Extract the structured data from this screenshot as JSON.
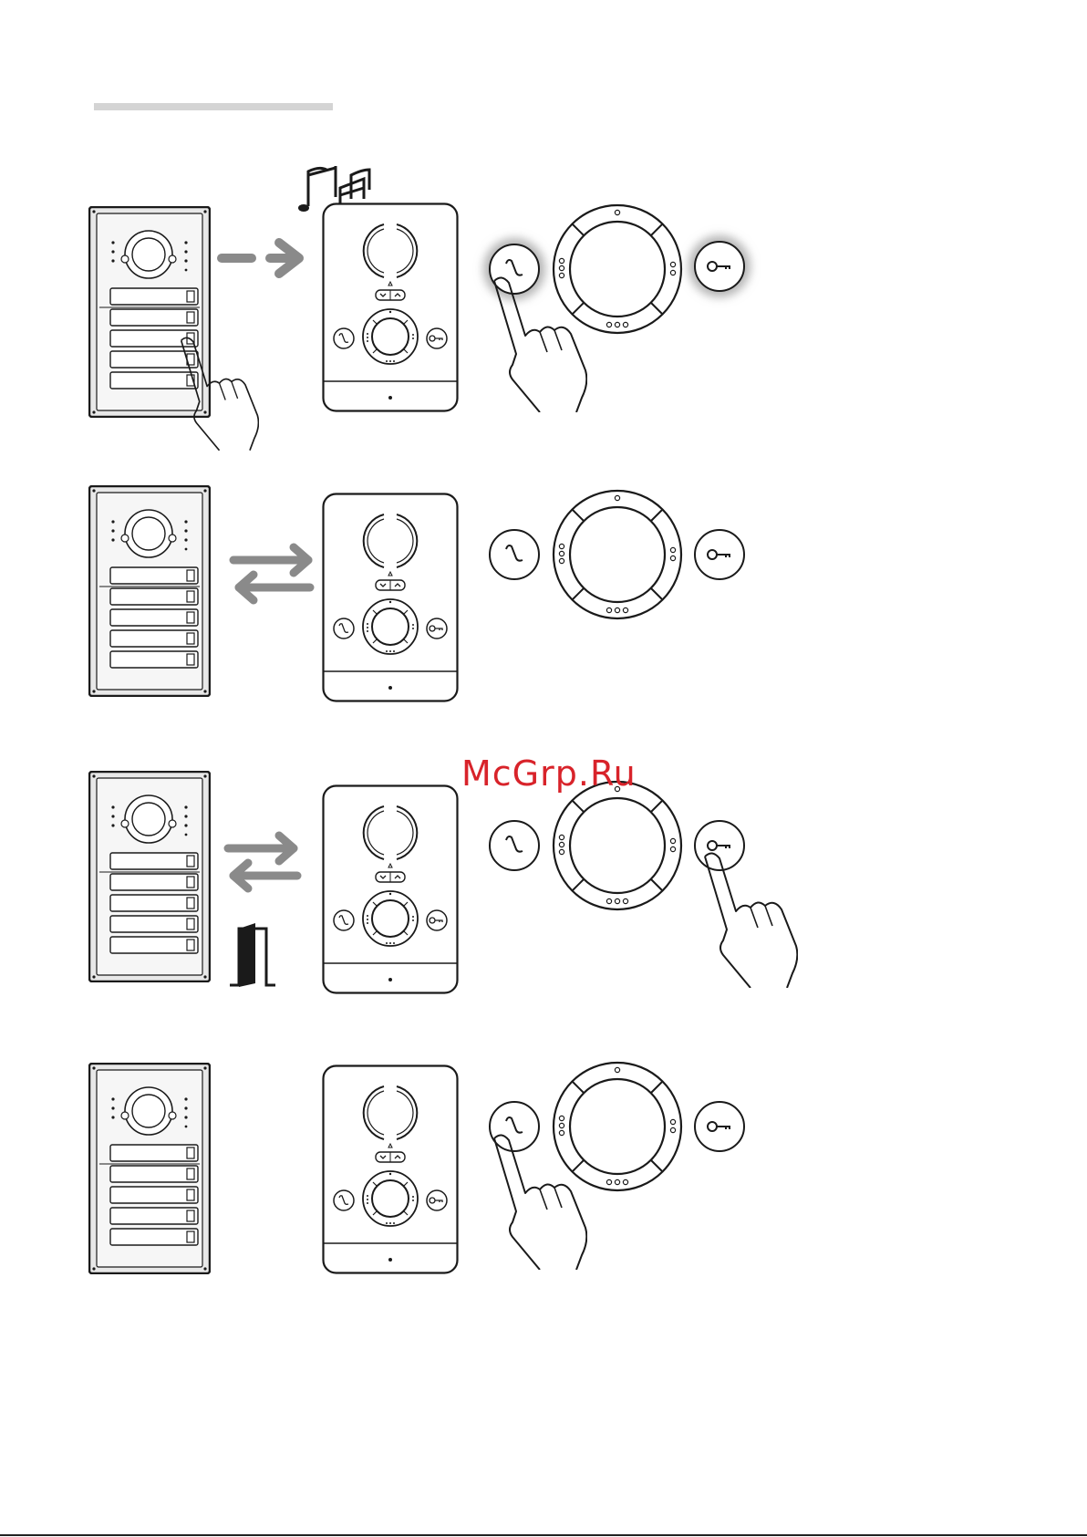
{
  "watermark": {
    "text": "McGrp.Ru"
  },
  "steps": [
    {
      "id": 1,
      "action": "call-button-press",
      "door_open": false,
      "highlight": "answer-and-key"
    },
    {
      "id": 2,
      "action": "conversation",
      "door_open": false,
      "highlight": "ring"
    },
    {
      "id": 3,
      "action": "door-release",
      "door_open": true,
      "highlight": "ring"
    },
    {
      "id": 4,
      "action": "end-call",
      "door_open": false,
      "highlight": "ring"
    }
  ],
  "bottom_label": "",
  "colors": {
    "ink": "#1a1a1a",
    "arrow": "#8a8a8a",
    "panel": "#e6e6e6",
    "glow": "#b5b5b5",
    "watermark": "#d8232a"
  }
}
